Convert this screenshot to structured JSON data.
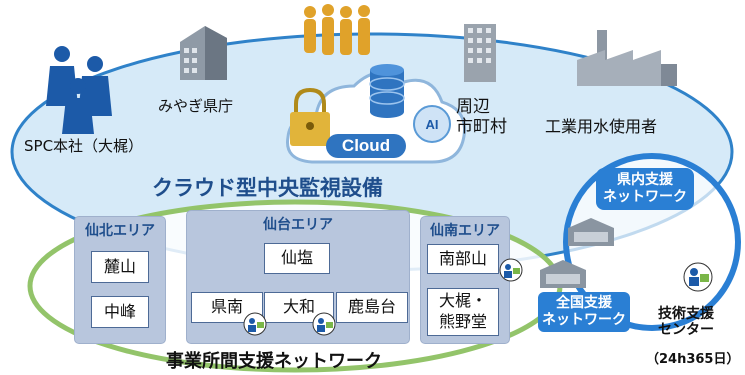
{
  "stakeholders": {
    "spc": "SPC本社（大梶）",
    "prefecture": "みやぎ県庁",
    "municipalities": "周辺\n市町村",
    "industrial_users": "工業用水使用者"
  },
  "cloud": {
    "label": "Cloud",
    "ai_label": "AI"
  },
  "system_title": "クラウド型中央監視設備",
  "areas": [
    {
      "name": "仙北エリア",
      "sites": [
        "麓山",
        "中峰"
      ]
    },
    {
      "name": "仙台エリア",
      "hub": "仙塩",
      "sites": [
        "県南",
        "大和",
        "鹿島台"
      ]
    },
    {
      "name": "仙南エリア",
      "sites": [
        "南部山",
        "大梶・\n熊野堂"
      ]
    }
  ],
  "networks": {
    "prefectural": "県内支援\nネットワーク",
    "national": "全国支援\nネットワーク",
    "inter_site": "事業所間支援ネットワーク"
  },
  "tech_center": {
    "label": "技術支援\nセンター",
    "hours": "（24h365日）"
  },
  "colors": {
    "accent": "#1f4e8c",
    "ellipse_fill": "#d6eaf8",
    "ellipse_stroke": "#2f82c9",
    "green_ring": "#93c46a",
    "pill": "#2a7fd4"
  }
}
